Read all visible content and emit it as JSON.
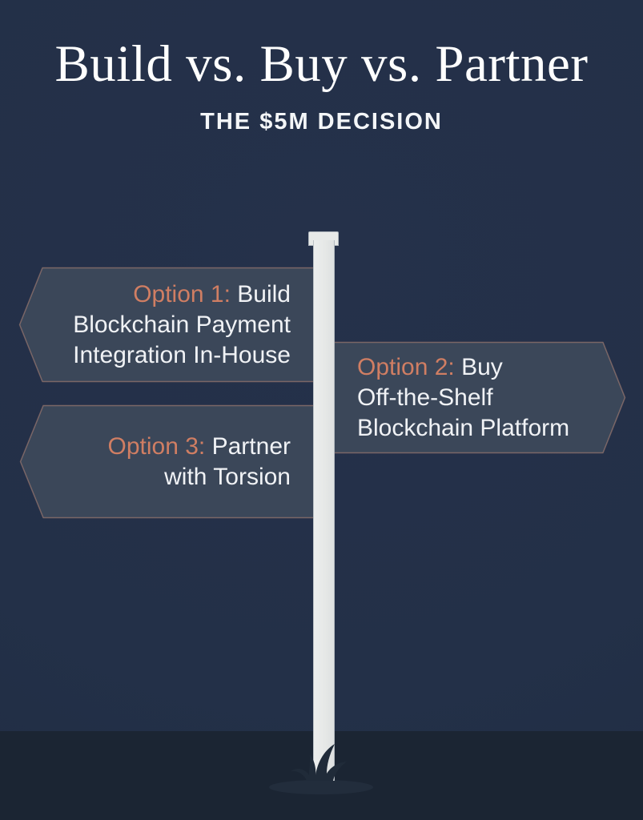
{
  "page": {
    "background_color": "#233048",
    "ground_color": "#1b2533",
    "pole_color": "#e7e9e8",
    "sign_fill_color": "#3b4759",
    "sign_border_color": "#b98a74",
    "accent_color": "#d07e63",
    "text_color": "#f0f2f5"
  },
  "header": {
    "title": "Build vs. Buy vs. Partner",
    "subtitle": "THE $5M DECISION"
  },
  "signpost": {
    "signs": [
      {
        "id": "option-1",
        "direction": "left",
        "prefix": "Option 1:",
        "line1": "Build",
        "line2": "Blockchain Payment",
        "line3": "Integration In-House",
        "full_text": "Option 1: Build Blockchain Payment Integration In-House"
      },
      {
        "id": "option-2",
        "direction": "right",
        "prefix": "Option 2:",
        "line1": "Buy",
        "line2": "Off-the-Shelf",
        "line3": "Blockchain Platform",
        "full_text": "Option 2: Buy Off-the-Shelf Blockchain Platform"
      },
      {
        "id": "option-3",
        "direction": "left",
        "prefix": "Option 3:",
        "line1": "Partner",
        "line2": "with Torsion",
        "full_text": "Option 3: Partner with Torsion"
      }
    ]
  }
}
